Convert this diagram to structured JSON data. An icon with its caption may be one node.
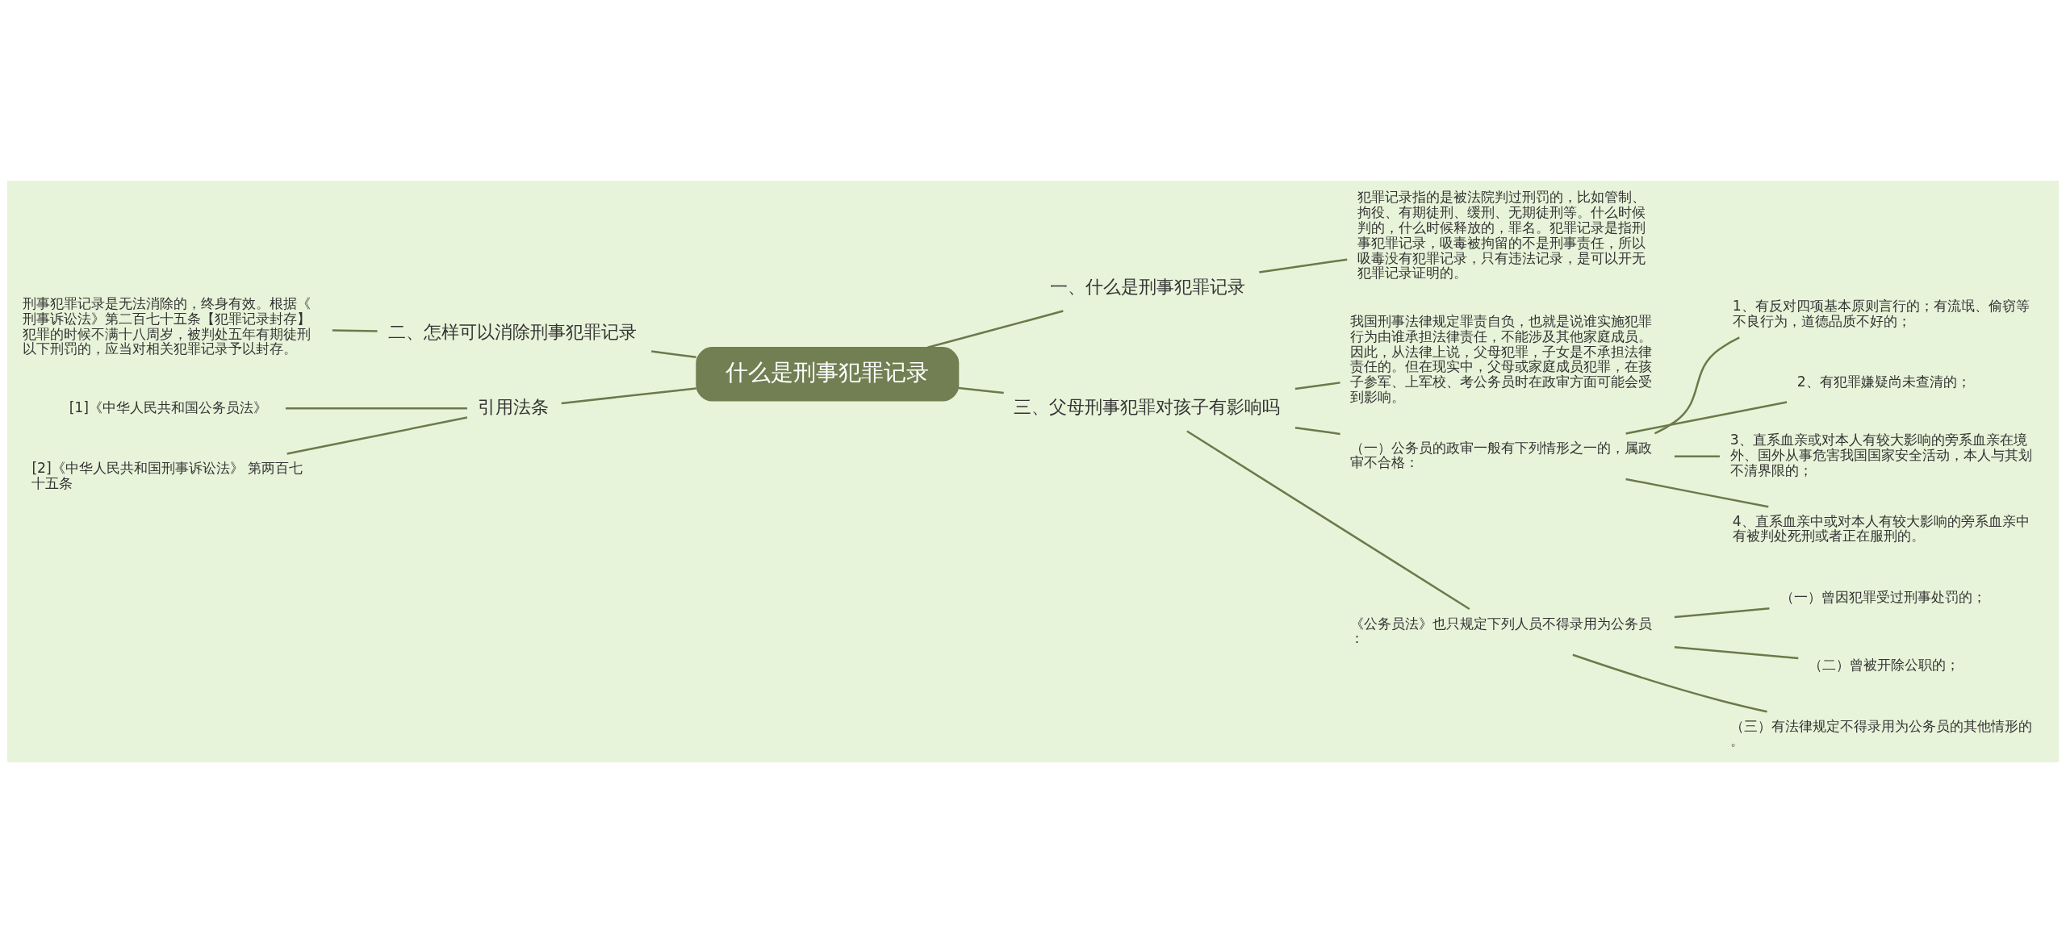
{
  "diagram": {
    "nodes": [
      {
        "text": [
          "什么是刑事犯罪记录"
        ]
      },
      {
        "text": [
          "一、什么是刑事犯罪记录"
        ]
      },
      {
        "text": [
          "犯罪记录指的是被法院判过刑罚的，比如管制、拘役、有期徒刑、缓刑、无期徒刑等。什么时候判的，什么时候释放的，罪名。犯罪记录是指刑事犯罪记录，吸毒被拘留的不是刑事责任，所以吸毒没有犯罪记录，只有违法记录，是可以开无犯罪记录证明的。"
        ]
      },
      {
        "text": [
          "二、怎样可以消除刑事犯罪记录"
        ]
      },
      {
        "text": [
          "刑事犯罪记录是无法消除的，终身有效。根据《刑事诉讼法》第二百七十五条【犯罪记录封存】犯罪的时候不满十八周岁，被判处五年有期徒刑以下刑罚的，应当对相关犯罪记录予以封存。"
        ]
      },
      {
        "text": [
          "引用法条"
        ]
      },
      {
        "text": [
          "[1]《中华人民共和国公务员法》"
        ]
      },
      {
        "text": [
          "[2]《中华人民共和国刑事诉讼法》 第两百七十五条"
        ]
      },
      {
        "text": [
          "三、父母刑事犯罪对孩子有影响吗"
        ]
      },
      {
        "text": [
          "我国刑事法律规定罪责自负，也就是说谁实施犯罪行为由谁承担法律责任，不能涉及其他家庭成员。因此，从法律上说，父母犯罪，子女是不承担法律责任的。但在现实中，父母或家庭成员犯罪，在孩子参军、上军校、考公务员时在政审方面可能会受到影响。"
        ]
      },
      {
        "text": [
          "（一）公务员的政审一般有下列情形之一的，属政审不合格："
        ]
      },
      {
        "text": [
          "1、有反对四项基本原则言行的；有流氓、偷窃等不良行为，道德品质不好的；"
        ]
      },
      {
        "text": [
          "2、有犯罪嫌疑尚未查清的；"
        ]
      },
      {
        "text": [
          "3、直系血亲或对本人有较大影响的旁系血亲在境外、国外从事危害我国国家安全活动，本人与其划不清界限的；"
        ]
      },
      {
        "text": [
          "4、直系血亲中或对本人有较大影响的旁系血亲中有被判处死刑或者正在服刑的。"
        ]
      },
      {
        "text": [
          "《公务员法》也只规定下列人员不得录用为公务员："
        ]
      },
      {
        "text": [
          "（一）曾因犯罪受过刑事处罚的；"
        ]
      },
      {
        "text": [
          "（二）曾被开除公职的；"
        ]
      },
      {
        "text": [
          "（三）有法律规定不得录用为公务员的其他情形的。"
        ]
      }
    ],
    "edges": [
      {
        "from": 0,
        "to": 1,
        "arrow": "none"
      },
      {
        "from": 1,
        "to": 2,
        "arrow": "none"
      },
      {
        "from": 0,
        "to": 3,
        "arrow": "none"
      },
      {
        "from": 3,
        "to": 4,
        "arrow": "none"
      },
      {
        "from": 0,
        "to": 5,
        "arrow": "none"
      },
      {
        "from": 5,
        "to": 6,
        "arrow": "none"
      },
      {
        "from": 5,
        "to": 7,
        "arrow": "none"
      },
      {
        "from": 0,
        "to": 8,
        "arrow": "none"
      },
      {
        "from": 8,
        "to": 9,
        "arrow": "none"
      },
      {
        "from": 8,
        "to": 10,
        "arrow": "none"
      },
      {
        "from": 10,
        "to": 11,
        "arrow": "none"
      },
      {
        "from": 10,
        "to": 12,
        "arrow": "none"
      },
      {
        "from": 10,
        "to": 13,
        "arrow": "none"
      },
      {
        "from": 10,
        "to": 14,
        "arrow": "none"
      },
      {
        "from": 8,
        "to": 15,
        "arrow": "none"
      },
      {
        "from": 15,
        "to": 16,
        "arrow": "none"
      },
      {
        "from": 15,
        "to": 17,
        "arrow": "none"
      },
      {
        "from": 15,
        "to": 18,
        "arrow": "none"
      }
    ]
  }
}
